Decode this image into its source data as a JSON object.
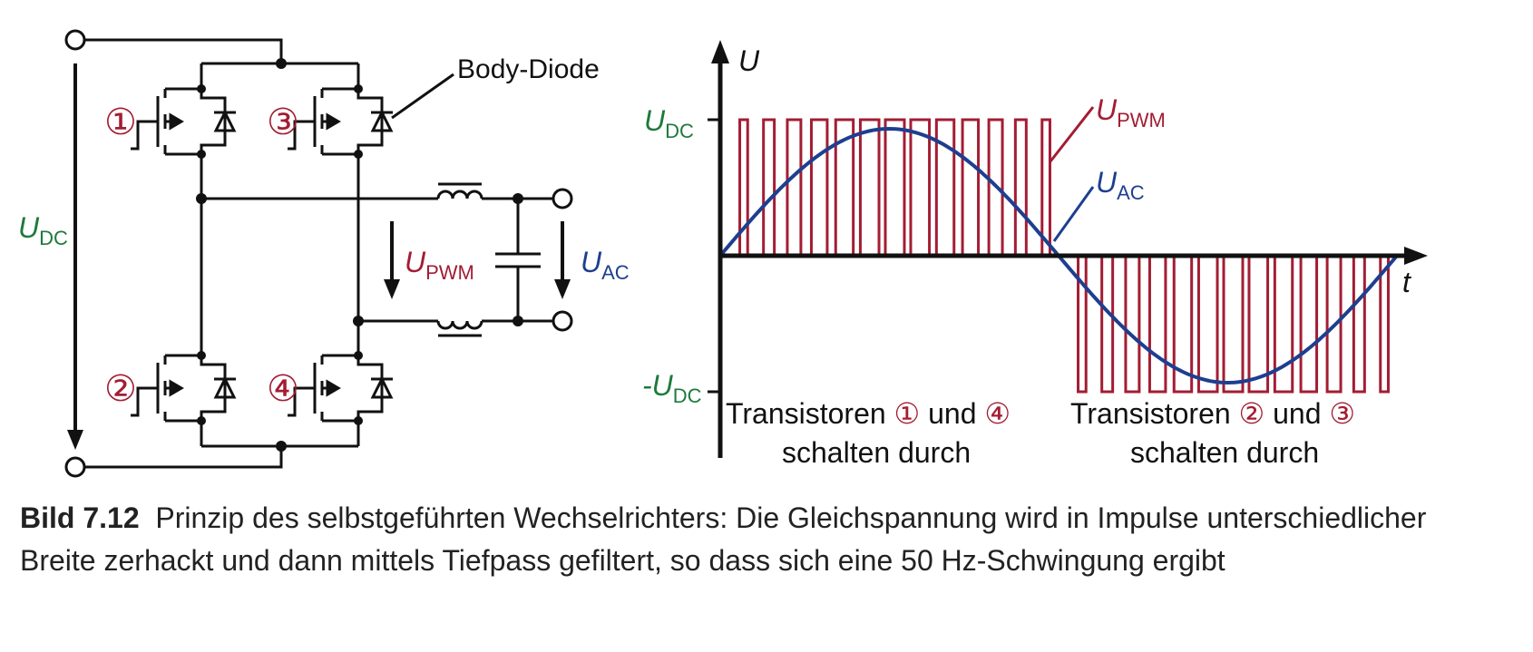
{
  "circuit": {
    "udc_main": "U",
    "udc_sub": "DC",
    "upwm_main": "U",
    "upwm_sub": "PWM",
    "uac_main": "U",
    "uac_sub": "AC",
    "body_diode": "Body-Diode",
    "t1": "①",
    "t2": "②",
    "t3": "③",
    "t4": "④"
  },
  "graph": {
    "y_axis": "U",
    "x_axis": "t",
    "udc_main": "U",
    "udc_sub": "DC",
    "neg_udc_main": "-U",
    "neg_udc_sub": "DC",
    "upwm_main": "U",
    "upwm_sub": "PWM",
    "uac_main": "U",
    "uac_sub": "AC",
    "pos_text_a": "Transistoren",
    "pos_num_a": "①",
    "pos_und": "und",
    "pos_num_b": "④",
    "pos_line2": "schalten durch",
    "neg_text_a": "Transistoren",
    "neg_num_a": "②",
    "neg_und": "und",
    "neg_num_b": "③",
    "neg_line2": "schalten durch"
  },
  "caption": {
    "label": "Bild 7.12",
    "text": "Prinzip des selbstgeführten Wechselrichters: Die Gleichspannung wird in Impulse unterschiedlicher Breite zerhackt und dann mittels Tiefpass gefiltert, so dass sich eine 50 Hz-Schwingung ergibt"
  },
  "colors": {
    "green": "#1e7a3c",
    "red": "#a31d33",
    "blue": "#1e3f8f",
    "black": "#111111"
  }
}
